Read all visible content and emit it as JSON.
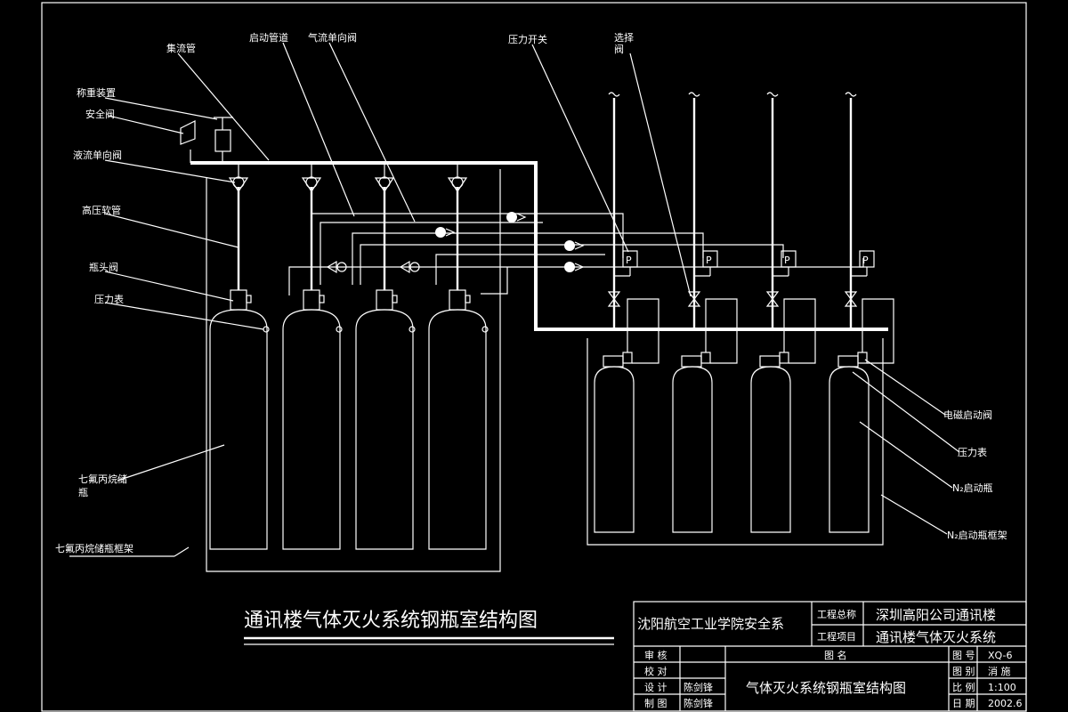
{
  "labels": {
    "collector_pipe": "集流管",
    "start_pipe": "启动管道",
    "air_check_valve": "气流单向阀",
    "pressure_switch": "压力开关",
    "selector_valve": "选择\n阀",
    "weighing_device": "称重装置",
    "safety_valve": "安全阀",
    "liquid_check_valve": "液流单向阀",
    "high_pressure_hose": "高压软管",
    "bottle_head_valve": "瓶头阀",
    "pressure_gauge_left": "压力表",
    "agent_bottle": "七氟丙烷储\n瓶",
    "agent_rack": "七氟丙烷储瓶框架",
    "solenoid_valve": "电磁启动阀",
    "pressure_gauge_right": "压力表",
    "n2_bottle": "N₂启动瓶",
    "n2_rack": "N₂启动瓶框架",
    "p_symbol": "P"
  },
  "title": "通讯楼气体灭火系统钢瓶室结构图",
  "title_block": {
    "institution": "沈阳航空工业学院安全系",
    "project_total_label": "工程总称",
    "project_total": "深圳高阳公司通讯楼",
    "project_item_label": "工程项目",
    "project_item": "通讯楼气体灭火系统",
    "review_label": "审 核",
    "check_label": "校 对",
    "design_label": "设 计",
    "design_name": "陈剑锋",
    "draw_label": "制 图",
    "draw_name": "陈剑锋",
    "drawing_name_label": "图 名",
    "drawing_name": "气体灭火系统钢瓶室结构图",
    "drawing_no_label": "图 号",
    "drawing_no": "XQ-6",
    "category_label": "图 别",
    "category": "消 施",
    "scale_label": "比 例",
    "scale": "1:100",
    "date_label": "日 期",
    "date": "2002.6"
  }
}
